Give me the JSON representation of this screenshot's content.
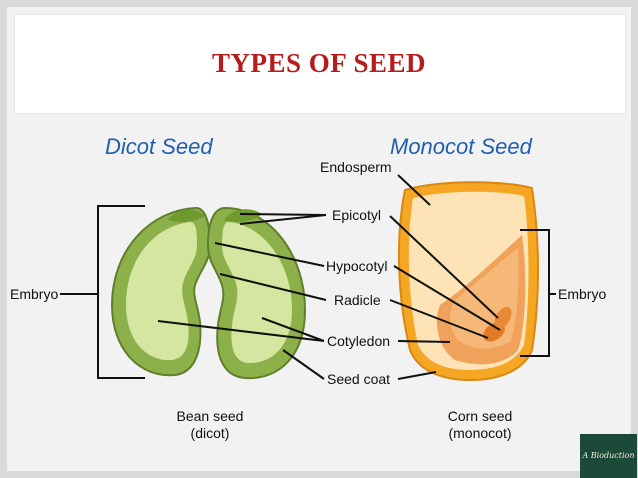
{
  "title": "TYPES OF SEED",
  "headings": {
    "dicot": "Dicot Seed",
    "monocot": "Monocot Seed"
  },
  "labels": {
    "endosperm": "Endosperm",
    "epicotyl": "Epicotyl",
    "hypocotyl": "Hypocotyl",
    "radicle": "Radicle",
    "cotyledon": "Cotyledon",
    "seed_coat": "Seed coat",
    "embryo_left": "Embryo",
    "embryo_right": "Embryo"
  },
  "captions": {
    "bean_line1": "Bean seed",
    "bean_line2": "(dicot)",
    "corn_line1": "Corn seed",
    "corn_line2": "(monocot)"
  },
  "logo_text": "A Bioduction",
  "colors": {
    "title": "#b71c1c",
    "heading": "#1f5fb0",
    "dicot_outer": "#8cb04a",
    "dicot_inner": "#d4e6a0",
    "corn_coat": "#f5a623",
    "corn_endosperm": "#fde3b6",
    "corn_embryo": "#f0a25a"
  }
}
